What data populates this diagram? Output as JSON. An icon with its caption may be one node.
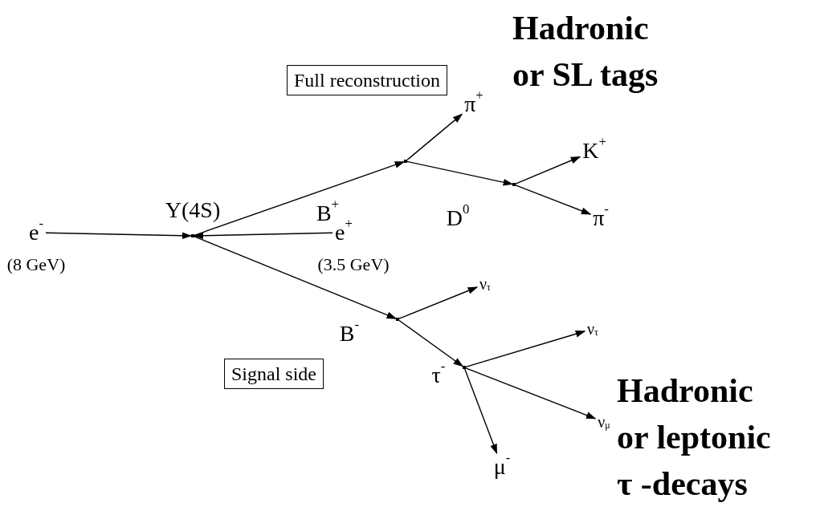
{
  "diagram": {
    "nodes": [
      {
        "text": [
          "Full reconstruction"
        ]
      },
      {
        "text": [
          "Signal side"
        ]
      },
      {
        "text": [
          "e$^{-}$"
        ],
        "beside": [
          "(8 GeV)"
        ]
      },
      {
        "text": [],
        "shape": "dot",
        "beside": [
          "Y(4S)"
        ]
      },
      {
        "text": [
          "e$^{+}$"
        ],
        "beside": [
          "(3.5 GeV)"
        ]
      },
      {
        "text": [],
        "shape": "dot"
      },
      {
        "text": [
          "π$^{+}$"
        ]
      },
      {
        "text": [],
        "shape": "dot"
      },
      {
        "text": [
          "K$^{+}$"
        ]
      },
      {
        "text": [
          "π$^{-}$"
        ]
      },
      {
        "text": [],
        "shape": "dot"
      },
      {
        "text": [
          "ν$_{τ}$"
        ]
      },
      {
        "text": [],
        "shape": "dot"
      },
      {
        "text": [
          "ν$_{τ}$"
        ]
      },
      {
        "text": [
          "ν$_{μ}$"
        ]
      },
      {
        "text": [
          "μ$^{-}$"
        ]
      }
    ],
    "edges": [
      {
        "from": 2,
        "to": 3,
        "arrow": "to"
      },
      {
        "from": 4,
        "to": 3,
        "arrow": "to"
      },
      {
        "from": 3,
        "to": 5,
        "arrow": "to",
        "label": "B$^{+}$"
      },
      {
        "from": 5,
        "to": 6,
        "arrow": "to"
      },
      {
        "from": 5,
        "to": 7,
        "arrow": "to",
        "label": "D$^{0}$"
      },
      {
        "from": 7,
        "to": 8,
        "arrow": "to"
      },
      {
        "from": 7,
        "to": 9,
        "arrow": "to"
      },
      {
        "from": 3,
        "to": 10,
        "arrow": "to",
        "label": "B$^{-}$"
      },
      {
        "from": 10,
        "to": 11,
        "arrow": "to"
      },
      {
        "from": 10,
        "to": 12,
        "arrow": "to",
        "label": "τ$^{-}$"
      },
      {
        "from": 12,
        "to": 13,
        "arrow": "to"
      },
      {
        "from": 12,
        "to": 14,
        "arrow": "to"
      },
      {
        "from": 12,
        "to": 15,
        "arrow": "to"
      }
    ],
    "labels": [
      "Hadronic or SL tags",
      "Hadronic or leptonic τ -decays"
    ]
  }
}
